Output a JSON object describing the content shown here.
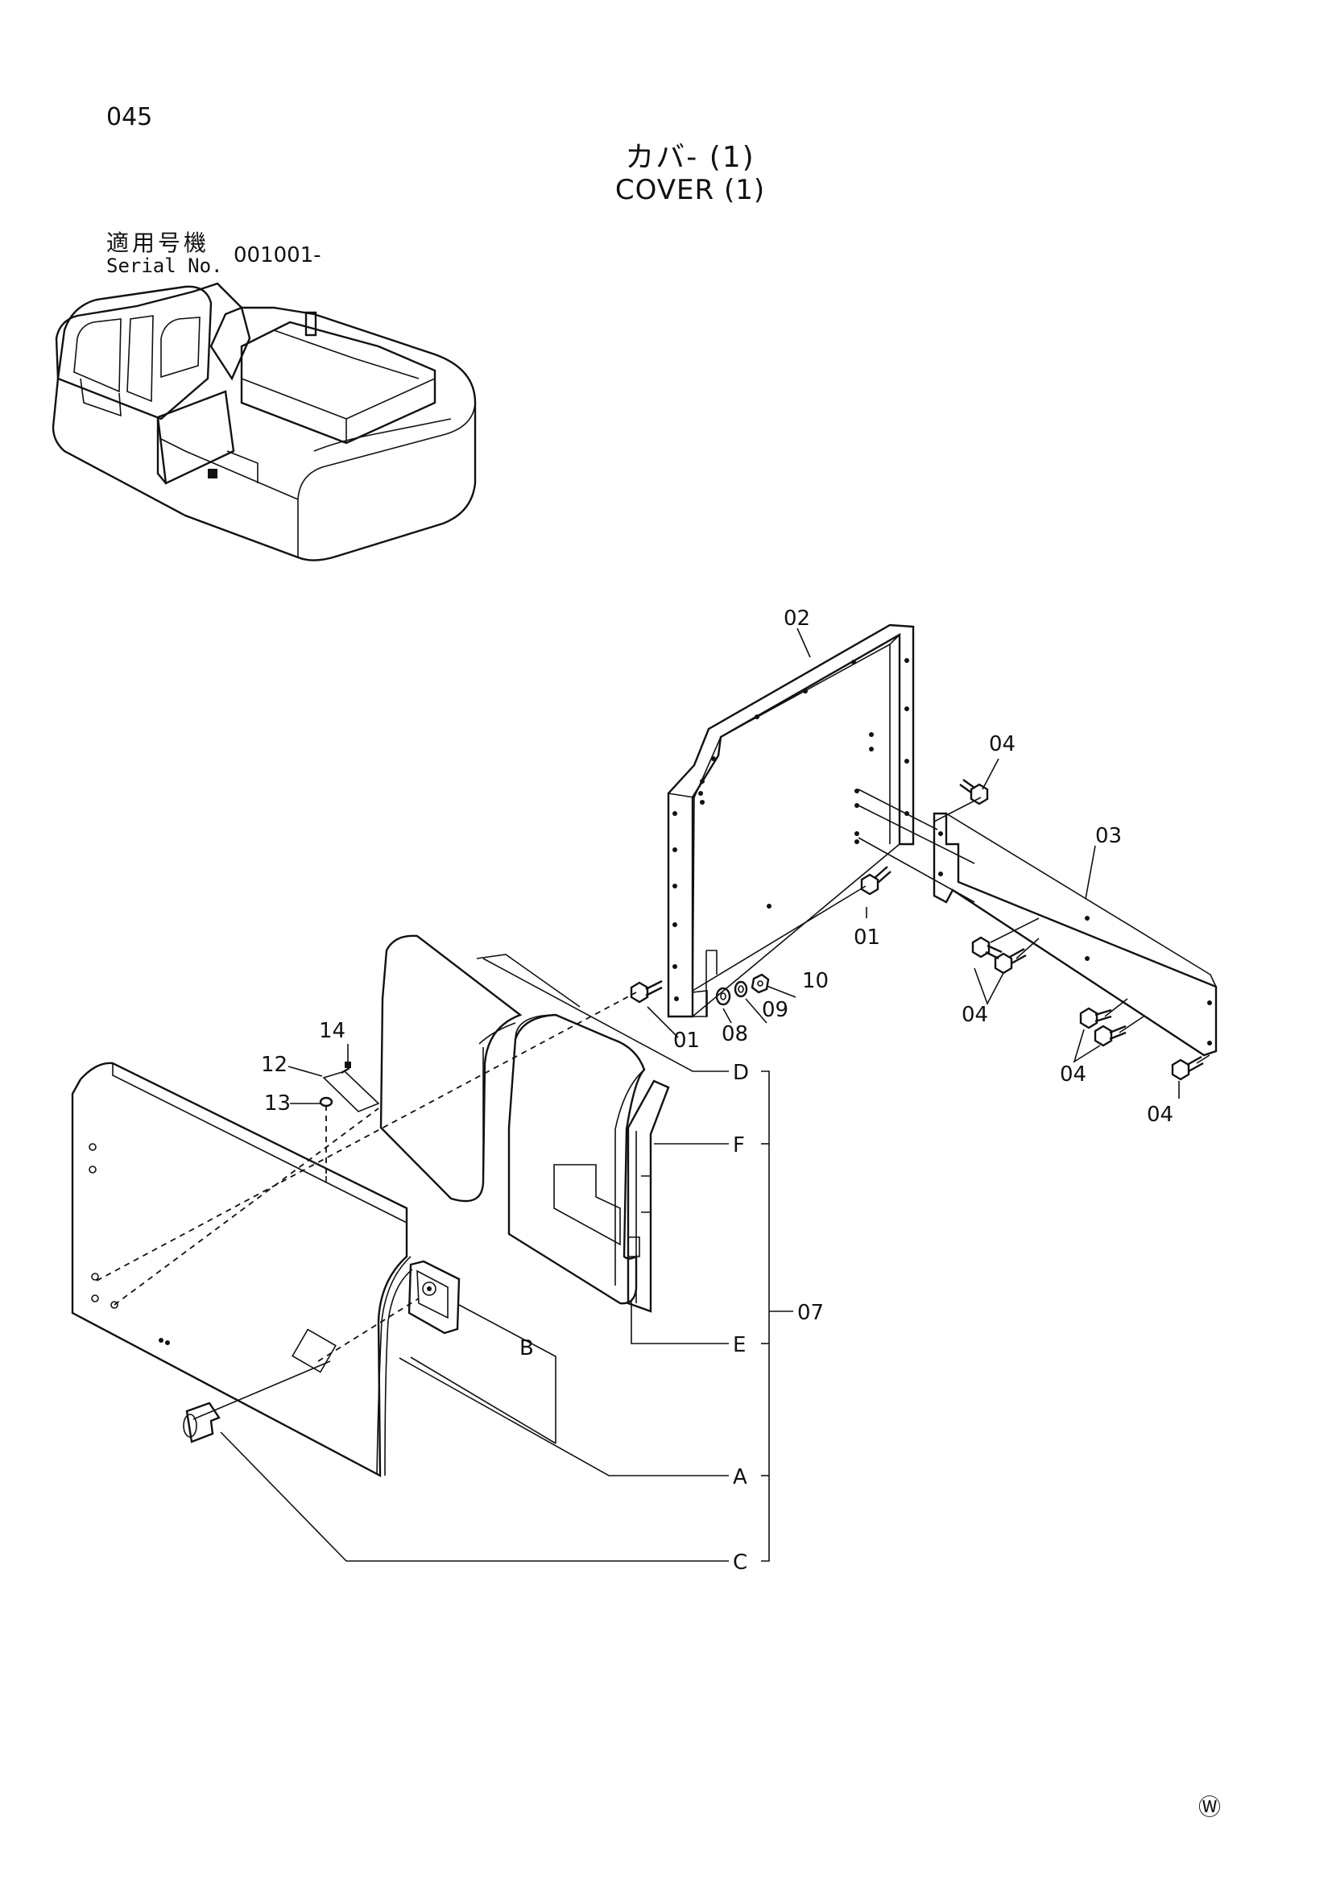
{
  "page": {
    "number": "045",
    "mark": "Ⓦ"
  },
  "title": {
    "jp": "カバ- (1)",
    "en": "COVER (1)"
  },
  "serial": {
    "label_jp": "適用号機",
    "label_en": "Serial No.",
    "value": "001001-"
  },
  "callouts": {
    "p01a": "01",
    "p01b": "01",
    "p02": "02",
    "p03": "03",
    "p04a": "04",
    "p04b": "04",
    "p04c": "04",
    "p04d": "04",
    "p07": "07",
    "p08": "08",
    "p09": "09",
    "p10": "10",
    "p12": "12",
    "p13": "13",
    "p14": "14",
    "A": "A",
    "B": "B",
    "C": "C",
    "D": "D",
    "E": "E",
    "F": "F"
  },
  "icons": [
    "excavator-overview-icon",
    "washer-icon",
    "nut-icon",
    "bolt-icon",
    "handle-icon",
    "lock-cylinder-icon"
  ]
}
